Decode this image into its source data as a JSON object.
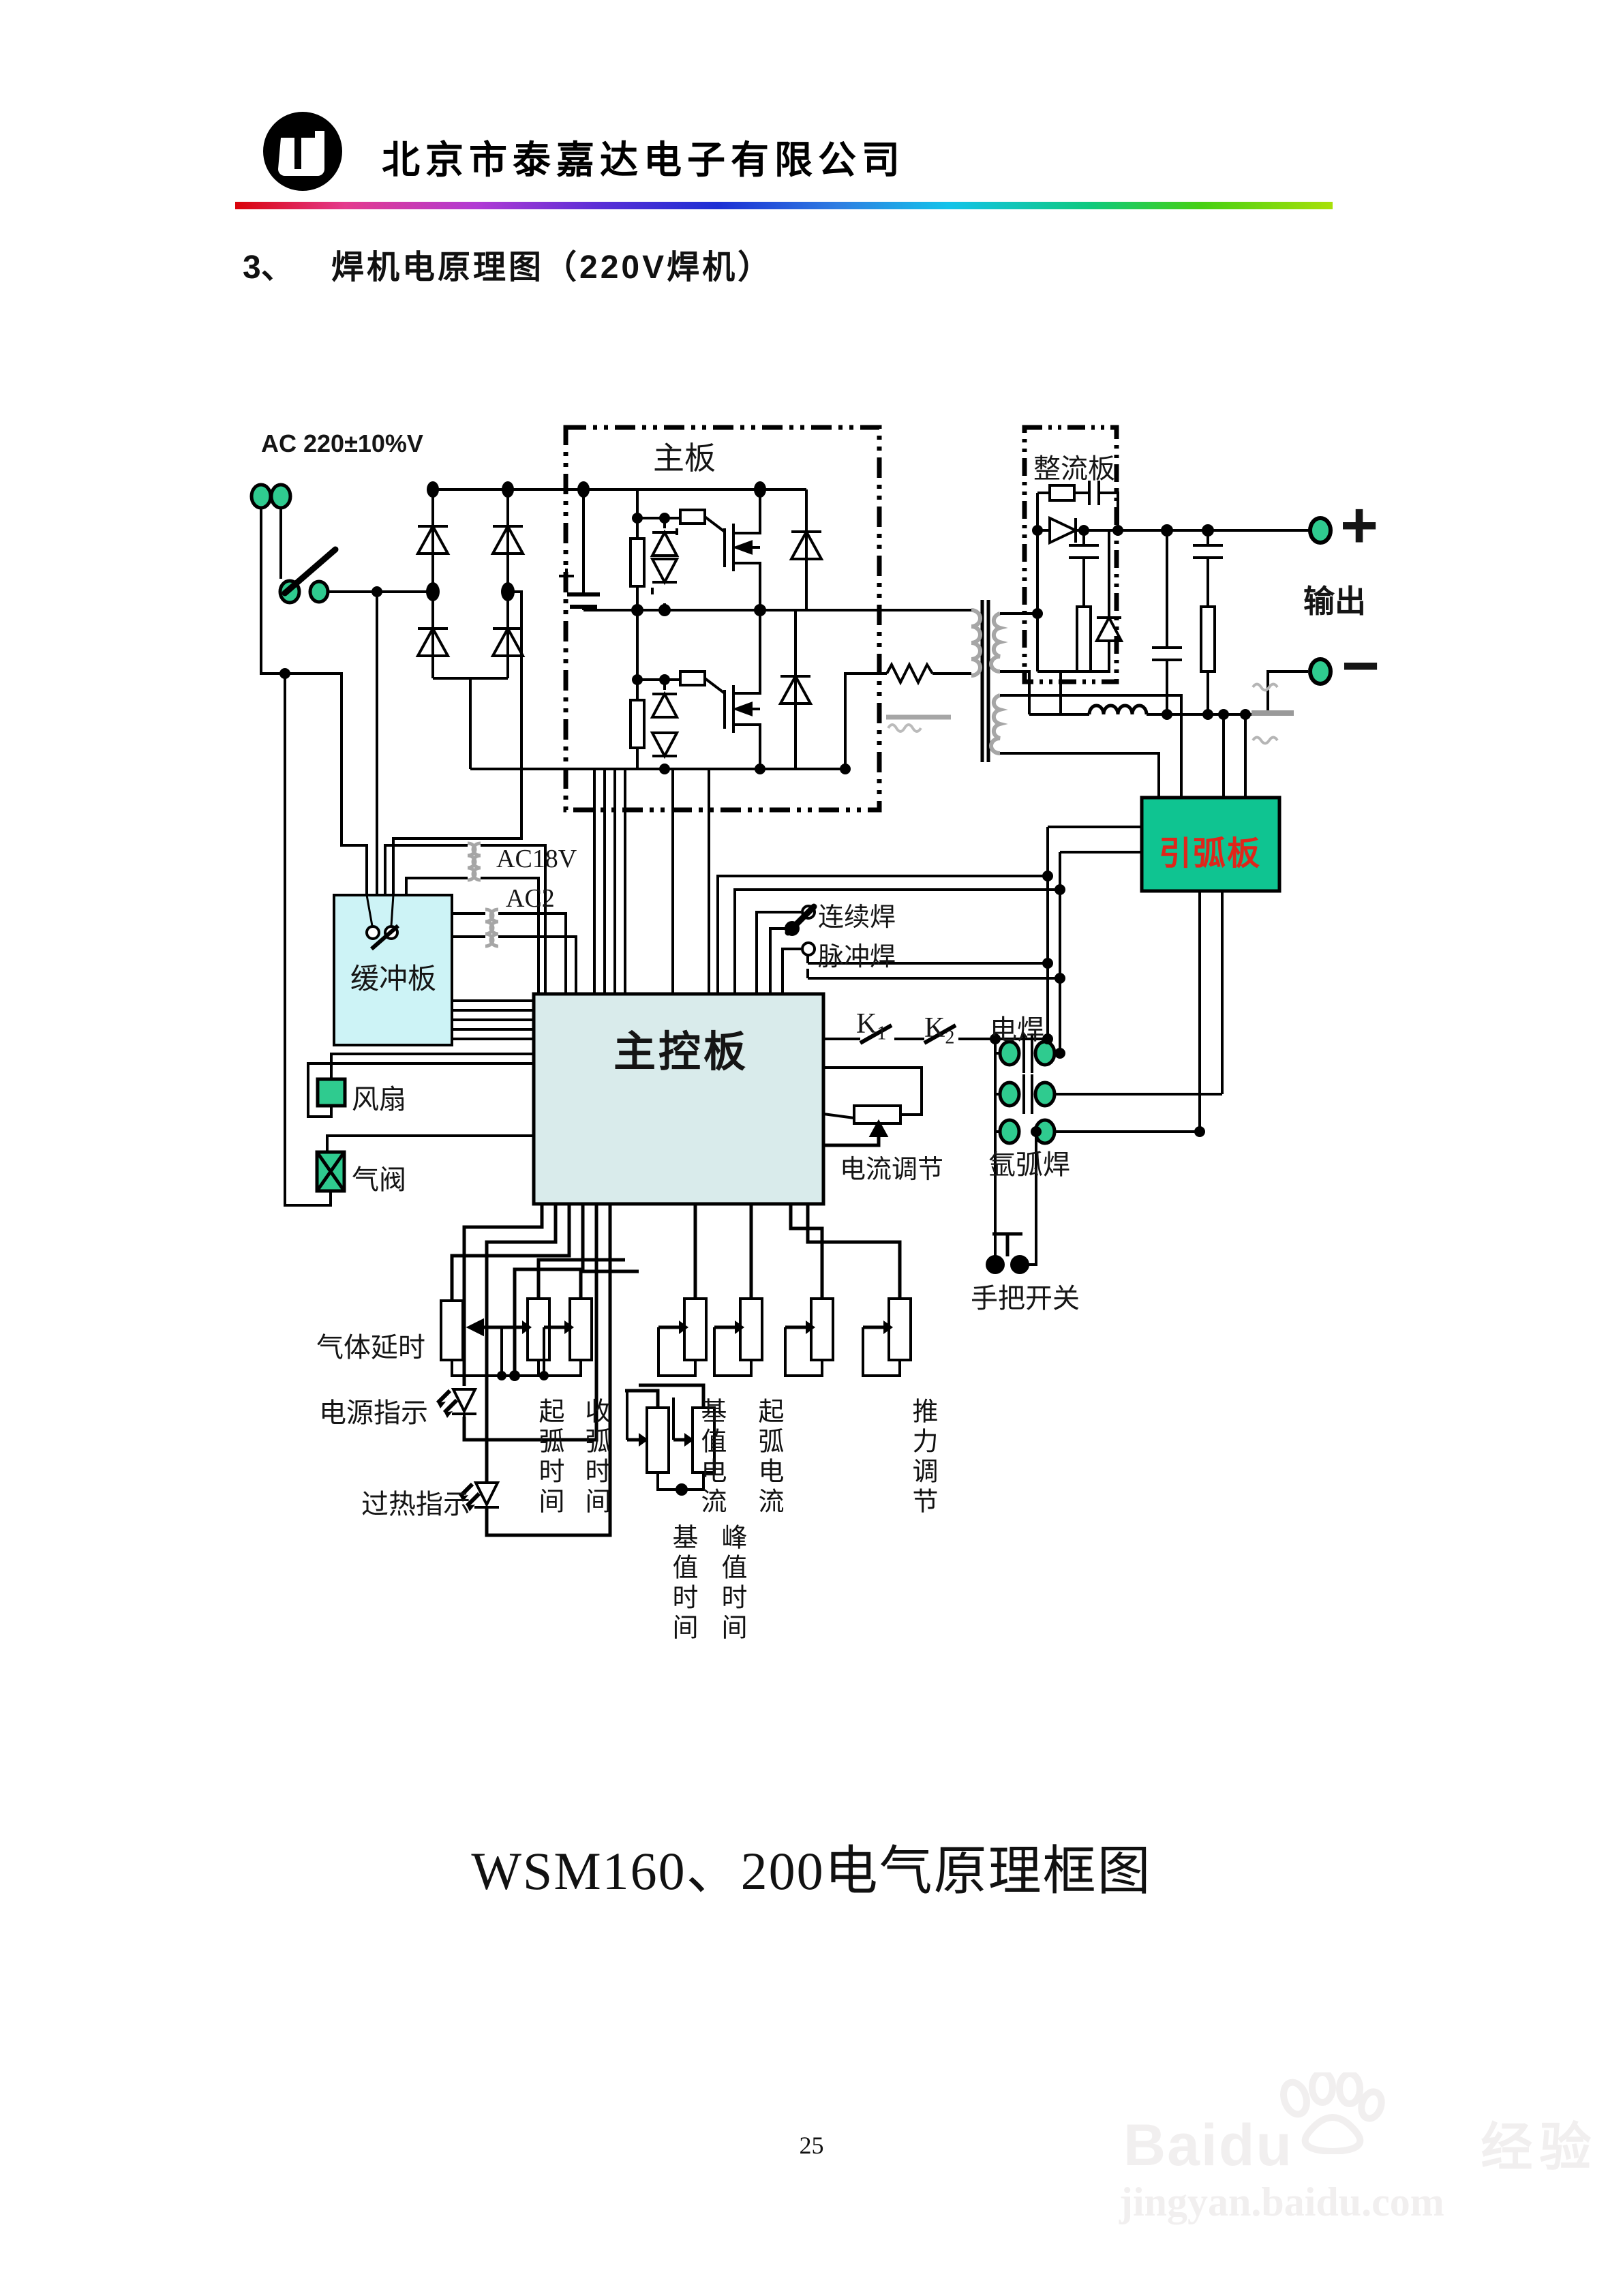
{
  "header": {
    "company": "北京市泰嘉达电子有限公司"
  },
  "section": {
    "number": "3、",
    "title": "焊机电原理图（220V焊机）"
  },
  "diagram": {
    "labels": {
      "ac_input": "AC 220±10%V",
      "main_board": "主板",
      "rectifier_board": "整流板",
      "output": "输出",
      "output_plus": "+",
      "output_minus": "−",
      "arc_board": "引弧板",
      "ac18v": "AC18V",
      "ac2": "AC2",
      "buffer_board": "缓冲板",
      "main_control_board": "主控板",
      "continuous_weld": "连续焊",
      "pulse_weld": "脉冲焊",
      "k_base": "K",
      "k1_sub": "1",
      "k2_sub": "2",
      "electric_weld": "电焊",
      "argon_arc_weld": "氩弧焊",
      "current_adjust": "电流调节",
      "handle_switch": "手把开关",
      "fan": "风扇",
      "gas_valve": "气阀",
      "gas_delay": "气体延时",
      "power_indicator": "电源指示",
      "overheat_indicator": "过热指示",
      "arc_start_time": "起弧时间",
      "arc_stop_time": "收弧时间",
      "base_current": "基值电流",
      "arc_start_current": "起弧电流",
      "thrust_adjust": "推力调节",
      "base_time": "基值时间",
      "peak_time": "峰值时间"
    },
    "colors": {
      "terminal_green": "#2fcb8f",
      "arc_board_green": "#0fc491",
      "arc_board_text": "#e0251a",
      "buffer_board_fill": "#cdf3f6",
      "control_board_fill": "#d9ebeb",
      "wire": "#000000",
      "coil_gray": "#a6a6a6"
    }
  },
  "caption": "WSM160、200电气原理框图",
  "page_number": "25",
  "watermark": {
    "brand_en": "Baidu",
    "brand_cn": "经验",
    "url": "jingyan.baidu.com"
  }
}
